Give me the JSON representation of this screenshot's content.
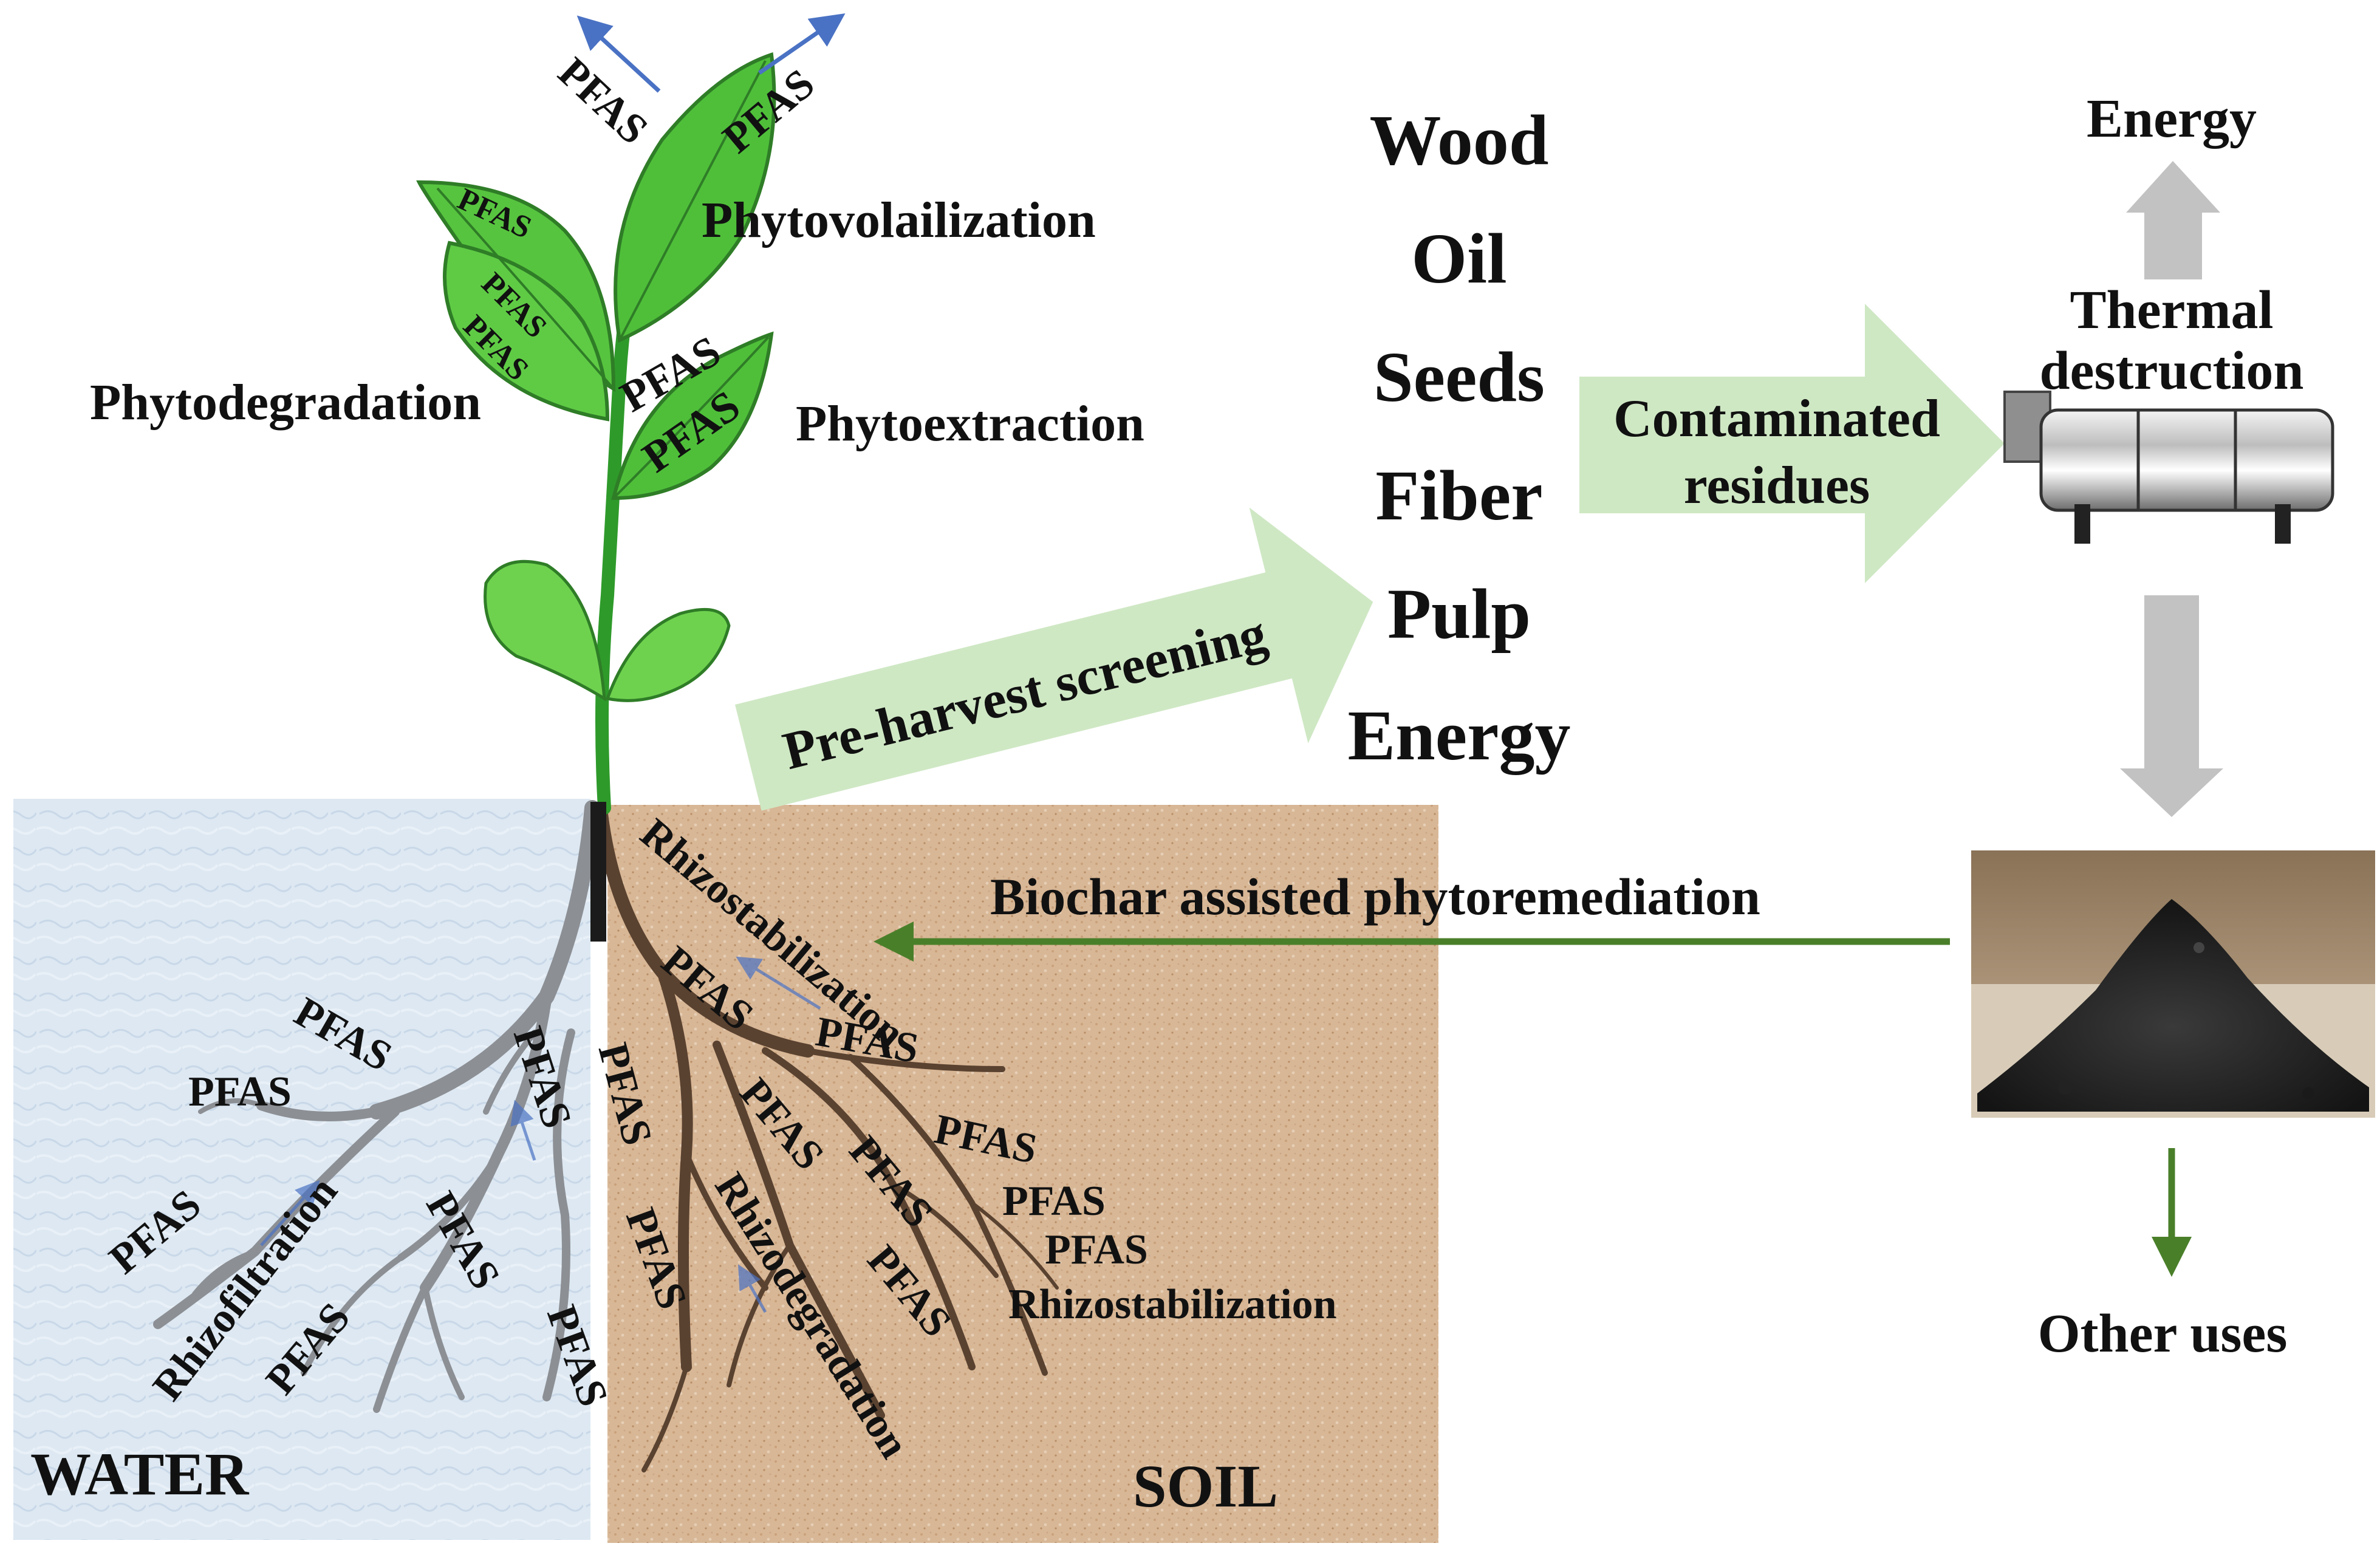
{
  "panels": {
    "water_label": "WATER",
    "soil_label": "SOIL"
  },
  "processes": {
    "phytovolatilization": "Phytovolailization",
    "phytodegradation": "Phytodegradation",
    "phytoextraction": "Phytoextraction",
    "rhizostabilization_top": "Rhizostabilization",
    "rhizostabilization_bottom": "Rhizostabilization",
    "rhizofiltration": "Rhizofiltration",
    "rhizodegradation": "Rhizodegradation"
  },
  "pollutant_label": "PFAS",
  "arrows": {
    "pre_harvest": "Pre-harvest screening",
    "contaminated_line1": "Contaminated",
    "contaminated_line2": "residues",
    "biochar": "Biochar assisted phytoremediation"
  },
  "products": [
    "Wood",
    "Oil",
    "Seeds",
    "Fiber",
    "Pulp",
    "Energy"
  ],
  "thermal": {
    "line1": "Thermal",
    "line2": "destruction",
    "energy_out": "Energy"
  },
  "other_uses": "Other uses",
  "colors": {
    "water_bg": "#dfe9f3",
    "soil_bg": "#d9b99a",
    "leaf_green": "#4fbf3a",
    "stem_green": "#2e9a2a",
    "pale_arrow": "#cfe8c4",
    "dark_green_arrow": "#4a7f2a",
    "grey_arrow": "#c2c2c2",
    "uptake_arrow": "#4a72c4"
  }
}
